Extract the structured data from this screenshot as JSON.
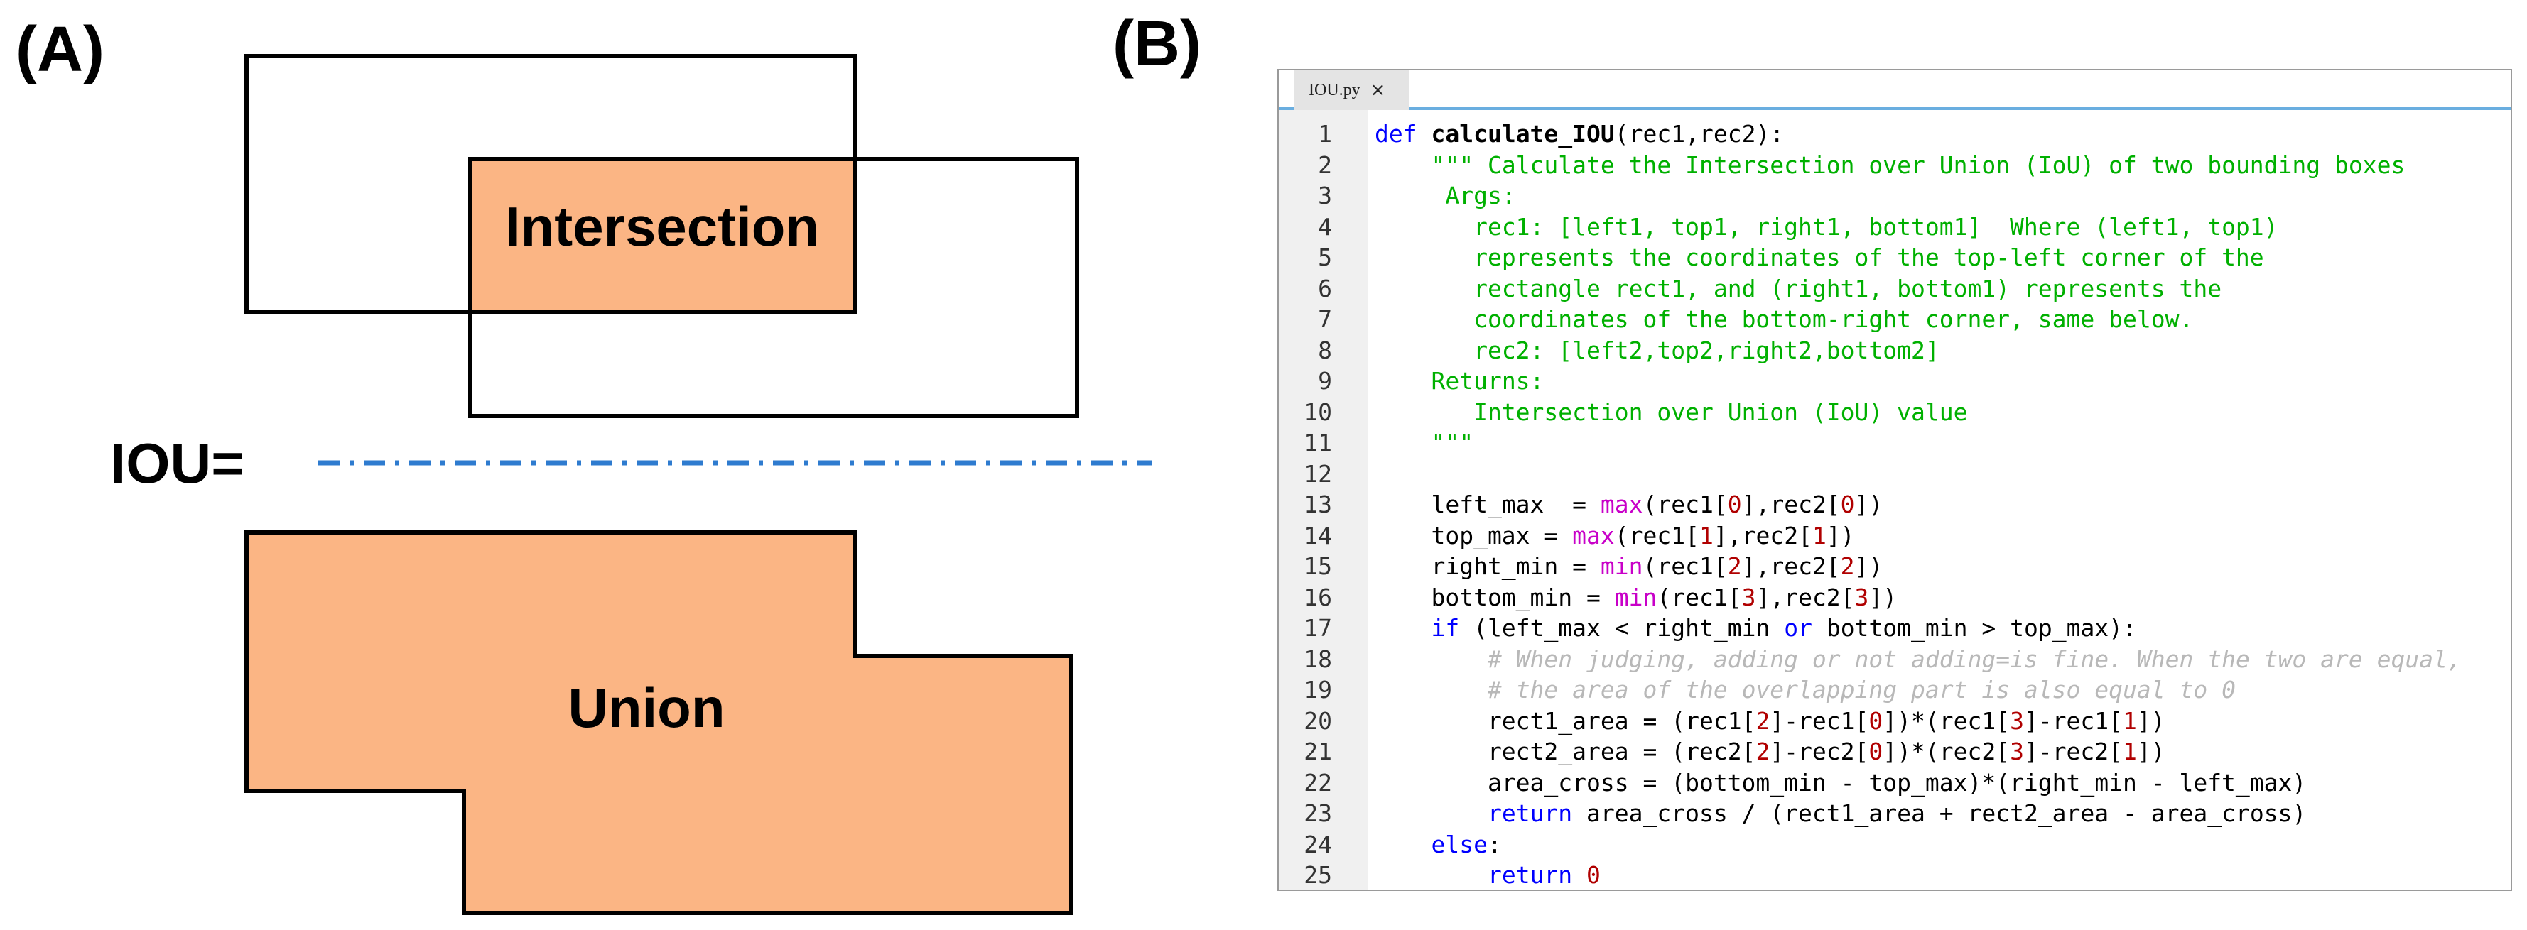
{
  "panel_a": {
    "label": "(A)",
    "intersection_label": "Intersection",
    "iou_label": "IOU=",
    "union_label": "Union",
    "colors": {
      "fill": "#fbb584",
      "outline": "#000000",
      "fraction_line": "#2e7bcf"
    }
  },
  "panel_b": {
    "label": "(B)",
    "tab": {
      "filename": "IOU.py",
      "close_icon": "×"
    },
    "code_lines": [
      {
        "n": "1",
        "tokens": [
          {
            "t": "kw",
            "v": "def"
          },
          {
            "t": "plain",
            "v": " "
          },
          {
            "t": "fn",
            "v": "calculate_IOU"
          },
          {
            "t": "plain",
            "v": "(rec1,rec2):"
          }
        ]
      },
      {
        "n": "2",
        "tokens": [
          {
            "t": "plain",
            "v": "    "
          },
          {
            "t": "doc",
            "v": "\"\"\" Calculate the Intersection over Union (IoU) of two bounding boxes"
          }
        ]
      },
      {
        "n": "3",
        "tokens": [
          {
            "t": "plain",
            "v": "    "
          },
          {
            "t": "doc",
            "v": " Args:"
          }
        ]
      },
      {
        "n": "4",
        "tokens": [
          {
            "t": "plain",
            "v": "       "
          },
          {
            "t": "doc",
            "v": "rec1: [left1, top1, right1, bottom1]  Where (left1, top1)"
          }
        ]
      },
      {
        "n": "5",
        "tokens": [
          {
            "t": "plain",
            "v": "       "
          },
          {
            "t": "doc",
            "v": "represents the coordinates of the top-left corner of the"
          }
        ]
      },
      {
        "n": "6",
        "tokens": [
          {
            "t": "plain",
            "v": "       "
          },
          {
            "t": "doc",
            "v": "rectangle rect1, and (right1, bottom1) represents the"
          }
        ]
      },
      {
        "n": "7",
        "tokens": [
          {
            "t": "plain",
            "v": "       "
          },
          {
            "t": "doc",
            "v": "coordinates of the bottom-right corner, same below."
          }
        ]
      },
      {
        "n": "8",
        "tokens": [
          {
            "t": "plain",
            "v": "       "
          },
          {
            "t": "doc",
            "v": "rec2: [left2,top2,right2,bottom2]"
          }
        ]
      },
      {
        "n": "9",
        "tokens": [
          {
            "t": "plain",
            "v": "    "
          },
          {
            "t": "doc",
            "v": "Returns:"
          }
        ]
      },
      {
        "n": "10",
        "tokens": [
          {
            "t": "plain",
            "v": "       "
          },
          {
            "t": "doc",
            "v": "Intersection over Union (IoU) value"
          }
        ]
      },
      {
        "n": "11",
        "tokens": [
          {
            "t": "plain",
            "v": "    "
          },
          {
            "t": "doc",
            "v": "\"\"\""
          }
        ]
      },
      {
        "n": "12",
        "tokens": []
      },
      {
        "n": "13",
        "tokens": [
          {
            "t": "plain",
            "v": "    left_max  = "
          },
          {
            "t": "bi",
            "v": "max"
          },
          {
            "t": "plain",
            "v": "(rec1["
          },
          {
            "t": "num",
            "v": "0"
          },
          {
            "t": "plain",
            "v": "],rec2["
          },
          {
            "t": "num",
            "v": "0"
          },
          {
            "t": "plain",
            "v": "])"
          }
        ]
      },
      {
        "n": "14",
        "tokens": [
          {
            "t": "plain",
            "v": "    top_max = "
          },
          {
            "t": "bi",
            "v": "max"
          },
          {
            "t": "plain",
            "v": "(rec1["
          },
          {
            "t": "num",
            "v": "1"
          },
          {
            "t": "plain",
            "v": "],rec2["
          },
          {
            "t": "num",
            "v": "1"
          },
          {
            "t": "plain",
            "v": "])"
          }
        ]
      },
      {
        "n": "15",
        "tokens": [
          {
            "t": "plain",
            "v": "    right_min = "
          },
          {
            "t": "bi",
            "v": "min"
          },
          {
            "t": "plain",
            "v": "(rec1["
          },
          {
            "t": "num",
            "v": "2"
          },
          {
            "t": "plain",
            "v": "],rec2["
          },
          {
            "t": "num",
            "v": "2"
          },
          {
            "t": "plain",
            "v": "])"
          }
        ]
      },
      {
        "n": "16",
        "tokens": [
          {
            "t": "plain",
            "v": "    bottom_min = "
          },
          {
            "t": "bi",
            "v": "min"
          },
          {
            "t": "plain",
            "v": "(rec1["
          },
          {
            "t": "num",
            "v": "3"
          },
          {
            "t": "plain",
            "v": "],rec2["
          },
          {
            "t": "num",
            "v": "3"
          },
          {
            "t": "plain",
            "v": "])"
          }
        ]
      },
      {
        "n": "17",
        "tokens": [
          {
            "t": "plain",
            "v": "    "
          },
          {
            "t": "kw",
            "v": "if"
          },
          {
            "t": "plain",
            "v": " (left_max < right_min "
          },
          {
            "t": "kw",
            "v": "or"
          },
          {
            "t": "plain",
            "v": " bottom_min > top_max):"
          }
        ]
      },
      {
        "n": "18",
        "tokens": [
          {
            "t": "plain",
            "v": "        "
          },
          {
            "t": "cmt",
            "v": "# When judging, adding or not adding=is fine. When the two are equal,"
          }
        ]
      },
      {
        "n": "19",
        "tokens": [
          {
            "t": "plain",
            "v": "        "
          },
          {
            "t": "cmt",
            "v": "# the area of the overlapping part is also equal to 0"
          }
        ]
      },
      {
        "n": "20",
        "tokens": [
          {
            "t": "plain",
            "v": "        rect1_area = (rec1["
          },
          {
            "t": "num",
            "v": "2"
          },
          {
            "t": "plain",
            "v": "]-rec1["
          },
          {
            "t": "num",
            "v": "0"
          },
          {
            "t": "plain",
            "v": "])*(rec1["
          },
          {
            "t": "num",
            "v": "3"
          },
          {
            "t": "plain",
            "v": "]-rec1["
          },
          {
            "t": "num",
            "v": "1"
          },
          {
            "t": "plain",
            "v": "])"
          }
        ]
      },
      {
        "n": "21",
        "tokens": [
          {
            "t": "plain",
            "v": "        rect2_area = (rec2["
          },
          {
            "t": "num",
            "v": "2"
          },
          {
            "t": "plain",
            "v": "]-rec2["
          },
          {
            "t": "num",
            "v": "0"
          },
          {
            "t": "plain",
            "v": "])*(rec2["
          },
          {
            "t": "num",
            "v": "3"
          },
          {
            "t": "plain",
            "v": "]-rec2["
          },
          {
            "t": "num",
            "v": "1"
          },
          {
            "t": "plain",
            "v": "])"
          }
        ]
      },
      {
        "n": "22",
        "tokens": [
          {
            "t": "plain",
            "v": "        area_cross = (bottom_min - top_max)*(right_min - left_max)"
          }
        ]
      },
      {
        "n": "23",
        "tokens": [
          {
            "t": "plain",
            "v": "        "
          },
          {
            "t": "kw",
            "v": "return"
          },
          {
            "t": "plain",
            "v": " area_cross / (rect1_area + rect2_area - area_cross)"
          }
        ]
      },
      {
        "n": "24",
        "tokens": [
          {
            "t": "plain",
            "v": "    "
          },
          {
            "t": "kw",
            "v": "else"
          },
          {
            "t": "plain",
            "v": ":"
          }
        ]
      },
      {
        "n": "25",
        "tokens": [
          {
            "t": "plain",
            "v": "        "
          },
          {
            "t": "kw",
            "v": "return"
          },
          {
            "t": "plain",
            "v": " "
          },
          {
            "t": "num",
            "v": "0"
          }
        ]
      }
    ]
  }
}
